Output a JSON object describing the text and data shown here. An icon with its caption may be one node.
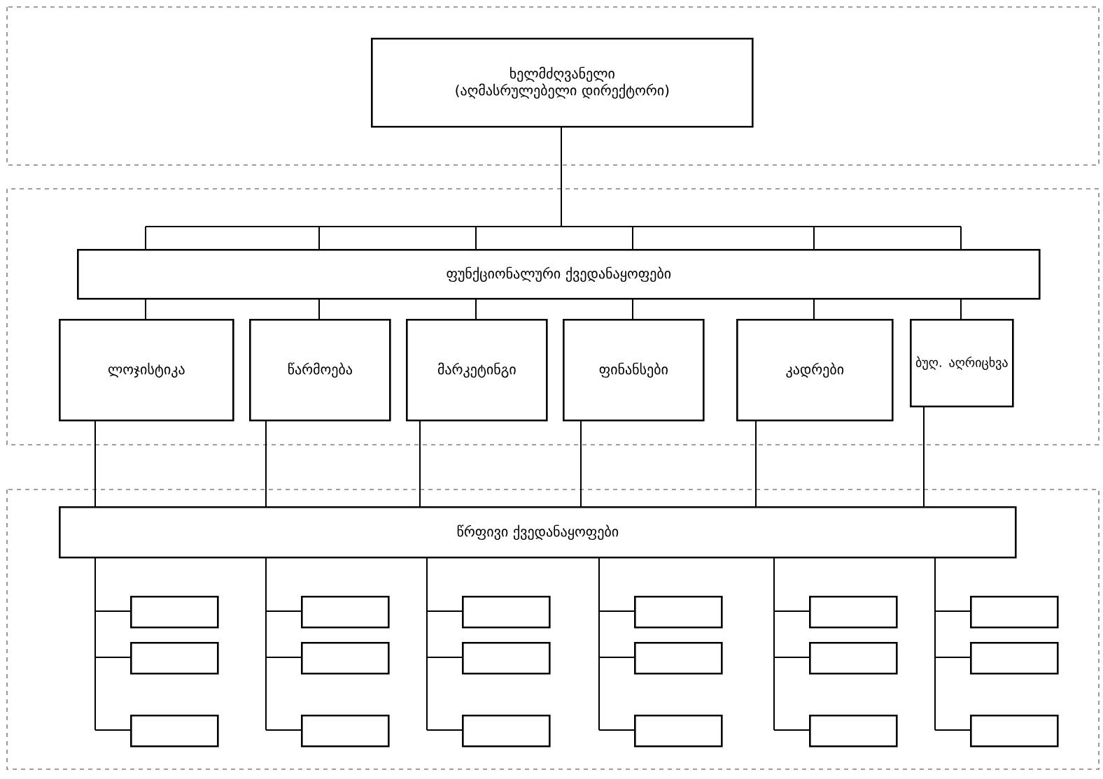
{
  "diagram": {
    "nodes": [
      {
        "text": [
          "ხელმძღვანელი",
          "(აღმასრულებელი დირექტორი)"
        ]
      },
      {
        "text": [
          "ფუნქციონალური ქვედანაყოფები"
        ]
      },
      {
        "text": [
          "ლოჯისტიკა"
        ]
      },
      {
        "text": [
          "წარმოება"
        ]
      },
      {
        "text": [
          "მარკეტინგი"
        ]
      },
      {
        "text": [
          "ფინანსები"
        ]
      },
      {
        "text": [
          "კადრები"
        ]
      },
      {
        "text": [
          "ბუღ. აღრიცხვა"
        ]
      },
      {
        "text": [
          "წრფივი ქვედანაყოფები"
        ]
      },
      {
        "text": [],
        "shape": "box"
      },
      {
        "text": [],
        "shape": "box"
      },
      {
        "text": [],
        "shape": "box"
      },
      {
        "text": [],
        "shape": "box"
      },
      {
        "text": [],
        "shape": "box"
      },
      {
        "text": [],
        "shape": "box"
      },
      {
        "text": [],
        "shape": "box"
      },
      {
        "text": [],
        "shape": "box"
      },
      {
        "text": [],
        "shape": "box"
      },
      {
        "text": [],
        "shape": "box"
      },
      {
        "text": [],
        "shape": "box"
      },
      {
        "text": [],
        "shape": "box"
      },
      {
        "text": [],
        "shape": "box"
      },
      {
        "text": [],
        "shape": "box"
      },
      {
        "text": [],
        "shape": "box"
      },
      {
        "text": [],
        "shape": "box"
      },
      {
        "text": [],
        "shape": "box"
      },
      {
        "text": [],
        "shape": "box"
      }
    ],
    "edges": [
      {
        "from": 0,
        "to": 1,
        "arrow": "none"
      },
      {
        "from": 1,
        "to": 2,
        "arrow": "none"
      },
      {
        "from": 1,
        "to": 3,
        "arrow": "none"
      },
      {
        "from": 1,
        "to": 4,
        "arrow": "none"
      },
      {
        "from": 1,
        "to": 5,
        "arrow": "none"
      },
      {
        "from": 1,
        "to": 6,
        "arrow": "none"
      },
      {
        "from": 1,
        "to": 7,
        "arrow": "none"
      },
      {
        "from": 2,
        "to": 8,
        "arrow": "none"
      },
      {
        "from": 3,
        "to": 8,
        "arrow": "none"
      },
      {
        "from": 4,
        "to": 8,
        "arrow": "none"
      },
      {
        "from": 5,
        "to": 8,
        "arrow": "none"
      },
      {
        "from": 6,
        "to": 8,
        "arrow": "none"
      },
      {
        "from": 7,
        "to": 8,
        "arrow": "none"
      },
      {
        "from": 8,
        "to": 9,
        "arrow": "none"
      },
      {
        "from": 8,
        "to": 10,
        "arrow": "none"
      },
      {
        "from": 8,
        "to": 11,
        "arrow": "none"
      },
      {
        "from": 8,
        "to": 12,
        "arrow": "none"
      },
      {
        "from": 8,
        "to": 13,
        "arrow": "none"
      },
      {
        "from": 8,
        "to": 14,
        "arrow": "none"
      },
      {
        "from": 8,
        "to": 15,
        "arrow": "none"
      },
      {
        "from": 8,
        "to": 16,
        "arrow": "none"
      },
      {
        "from": 8,
        "to": 17,
        "arrow": "none"
      },
      {
        "from": 8,
        "to": 18,
        "arrow": "none"
      },
      {
        "from": 8,
        "to": 19,
        "arrow": "none"
      },
      {
        "from": 8,
        "to": 20,
        "arrow": "none"
      },
      {
        "from": 8,
        "to": 21,
        "arrow": "none"
      },
      {
        "from": 8,
        "to": 22,
        "arrow": "none"
      },
      {
        "from": 8,
        "to": 23,
        "arrow": "none"
      },
      {
        "from": 8,
        "to": 24,
        "arrow": "none"
      },
      {
        "from": 8,
        "to": 25,
        "arrow": "none"
      },
      {
        "from": 8,
        "to": 26,
        "arrow": "none"
      }
    ]
  }
}
